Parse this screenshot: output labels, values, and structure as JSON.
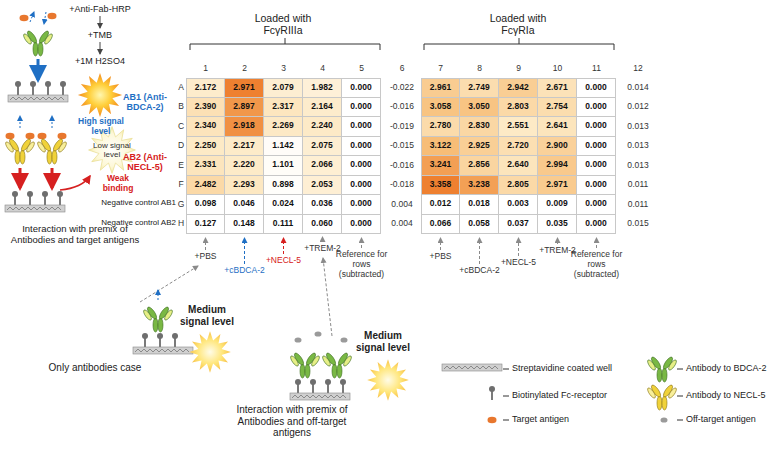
{
  "diagram": {
    "labels": [
      "+Anti-Fab-HRP",
      "+TMB",
      "+1M H2SO4",
      "High signal level",
      "Weak binding",
      "Low signal level",
      "Interaction with premix of Antibodies and target antigens",
      "Loaded with FcγRIIIa",
      "Loaded with FcγRIa",
      "1",
      "2",
      "3",
      "4",
      "5",
      "6",
      "7",
      "8",
      "9",
      "10",
      "11",
      "12",
      "A",
      "B",
      "C",
      "D",
      "E",
      "F",
      "G",
      "H",
      "2.172",
      "2.971",
      "2.079",
      "1.982",
      "0.000",
      "-0.022",
      "2.961",
      "2.749",
      "2.942",
      "2.671",
      "0.000",
      "0.014",
      "2.390",
      "2.897",
      "2.317",
      "2.164",
      "0.000",
      "-0.016",
      "3.058",
      "3.050",
      "2.803",
      "2.754",
      "0.000",
      "0.012",
      "2.340",
      "2.918",
      "2.269",
      "2.240",
      "0.000",
      "-0.019",
      "2.780",
      "2.830",
      "2.551",
      "2.641",
      "0.000",
      "0.013",
      "2.250",
      "2.217",
      "1.142",
      "2.075",
      "0.000",
      "-0.015",
      "3.122",
      "2.925",
      "2.720",
      "2.900",
      "0.000",
      "0.013",
      "2.331",
      "2.220",
      "1.101",
      "2.066",
      "0.000",
      "-0.016",
      "3.241",
      "2.856",
      "2.640",
      "2.994",
      "0.000",
      "0.013",
      "2.482",
      "2.293",
      "0.898",
      "2.053",
      "0.000",
      "-0.018",
      "3.358",
      "3.238",
      "2.805",
      "2.971",
      "0.000",
      "0.011",
      "0.098",
      "0.046",
      "0.024",
      "0.036",
      "0.000",
      "0.004",
      "0.012",
      "0.018",
      "0.003",
      "0.009",
      "0.000",
      "0.011",
      "0.127",
      "0.148",
      "0.111",
      "0.060",
      "0.000",
      "0.004",
      "0.066",
      "0.058",
      "0.037",
      "0.035",
      "0.000",
      "0.015",
      "AB1 (Anti-BDCA-2)",
      "AB2 (Anti-NECL-5)",
      "Negative control AB1",
      "Negative control AB2",
      "+PBS",
      "+cBDCA-2",
      "+NECL-5",
      "+TREM-2",
      "Reference for rows (subtracted)",
      "+PBS",
      "+cBDCA-2",
      "+NECL-5",
      "+TREM-2",
      "Reference for rows (subtracted)",
      "Only antibodies case",
      "Medium signal level",
      "Interaction with premix of Antibodies and off-target antigens",
      "Medium signal level"
    ],
    "legend": [
      {
        "text": "Streptavidine coated well"
      },
      {
        "text": "Antibody to BDCA-2"
      },
      {
        "text": "Biotinylated Fc-receptor"
      },
      {
        "text": "Antibody to NECL-5"
      },
      {
        "text": "Target antigen"
      },
      {
        "text": "Off-target antigen"
      }
    ]
  }
}
